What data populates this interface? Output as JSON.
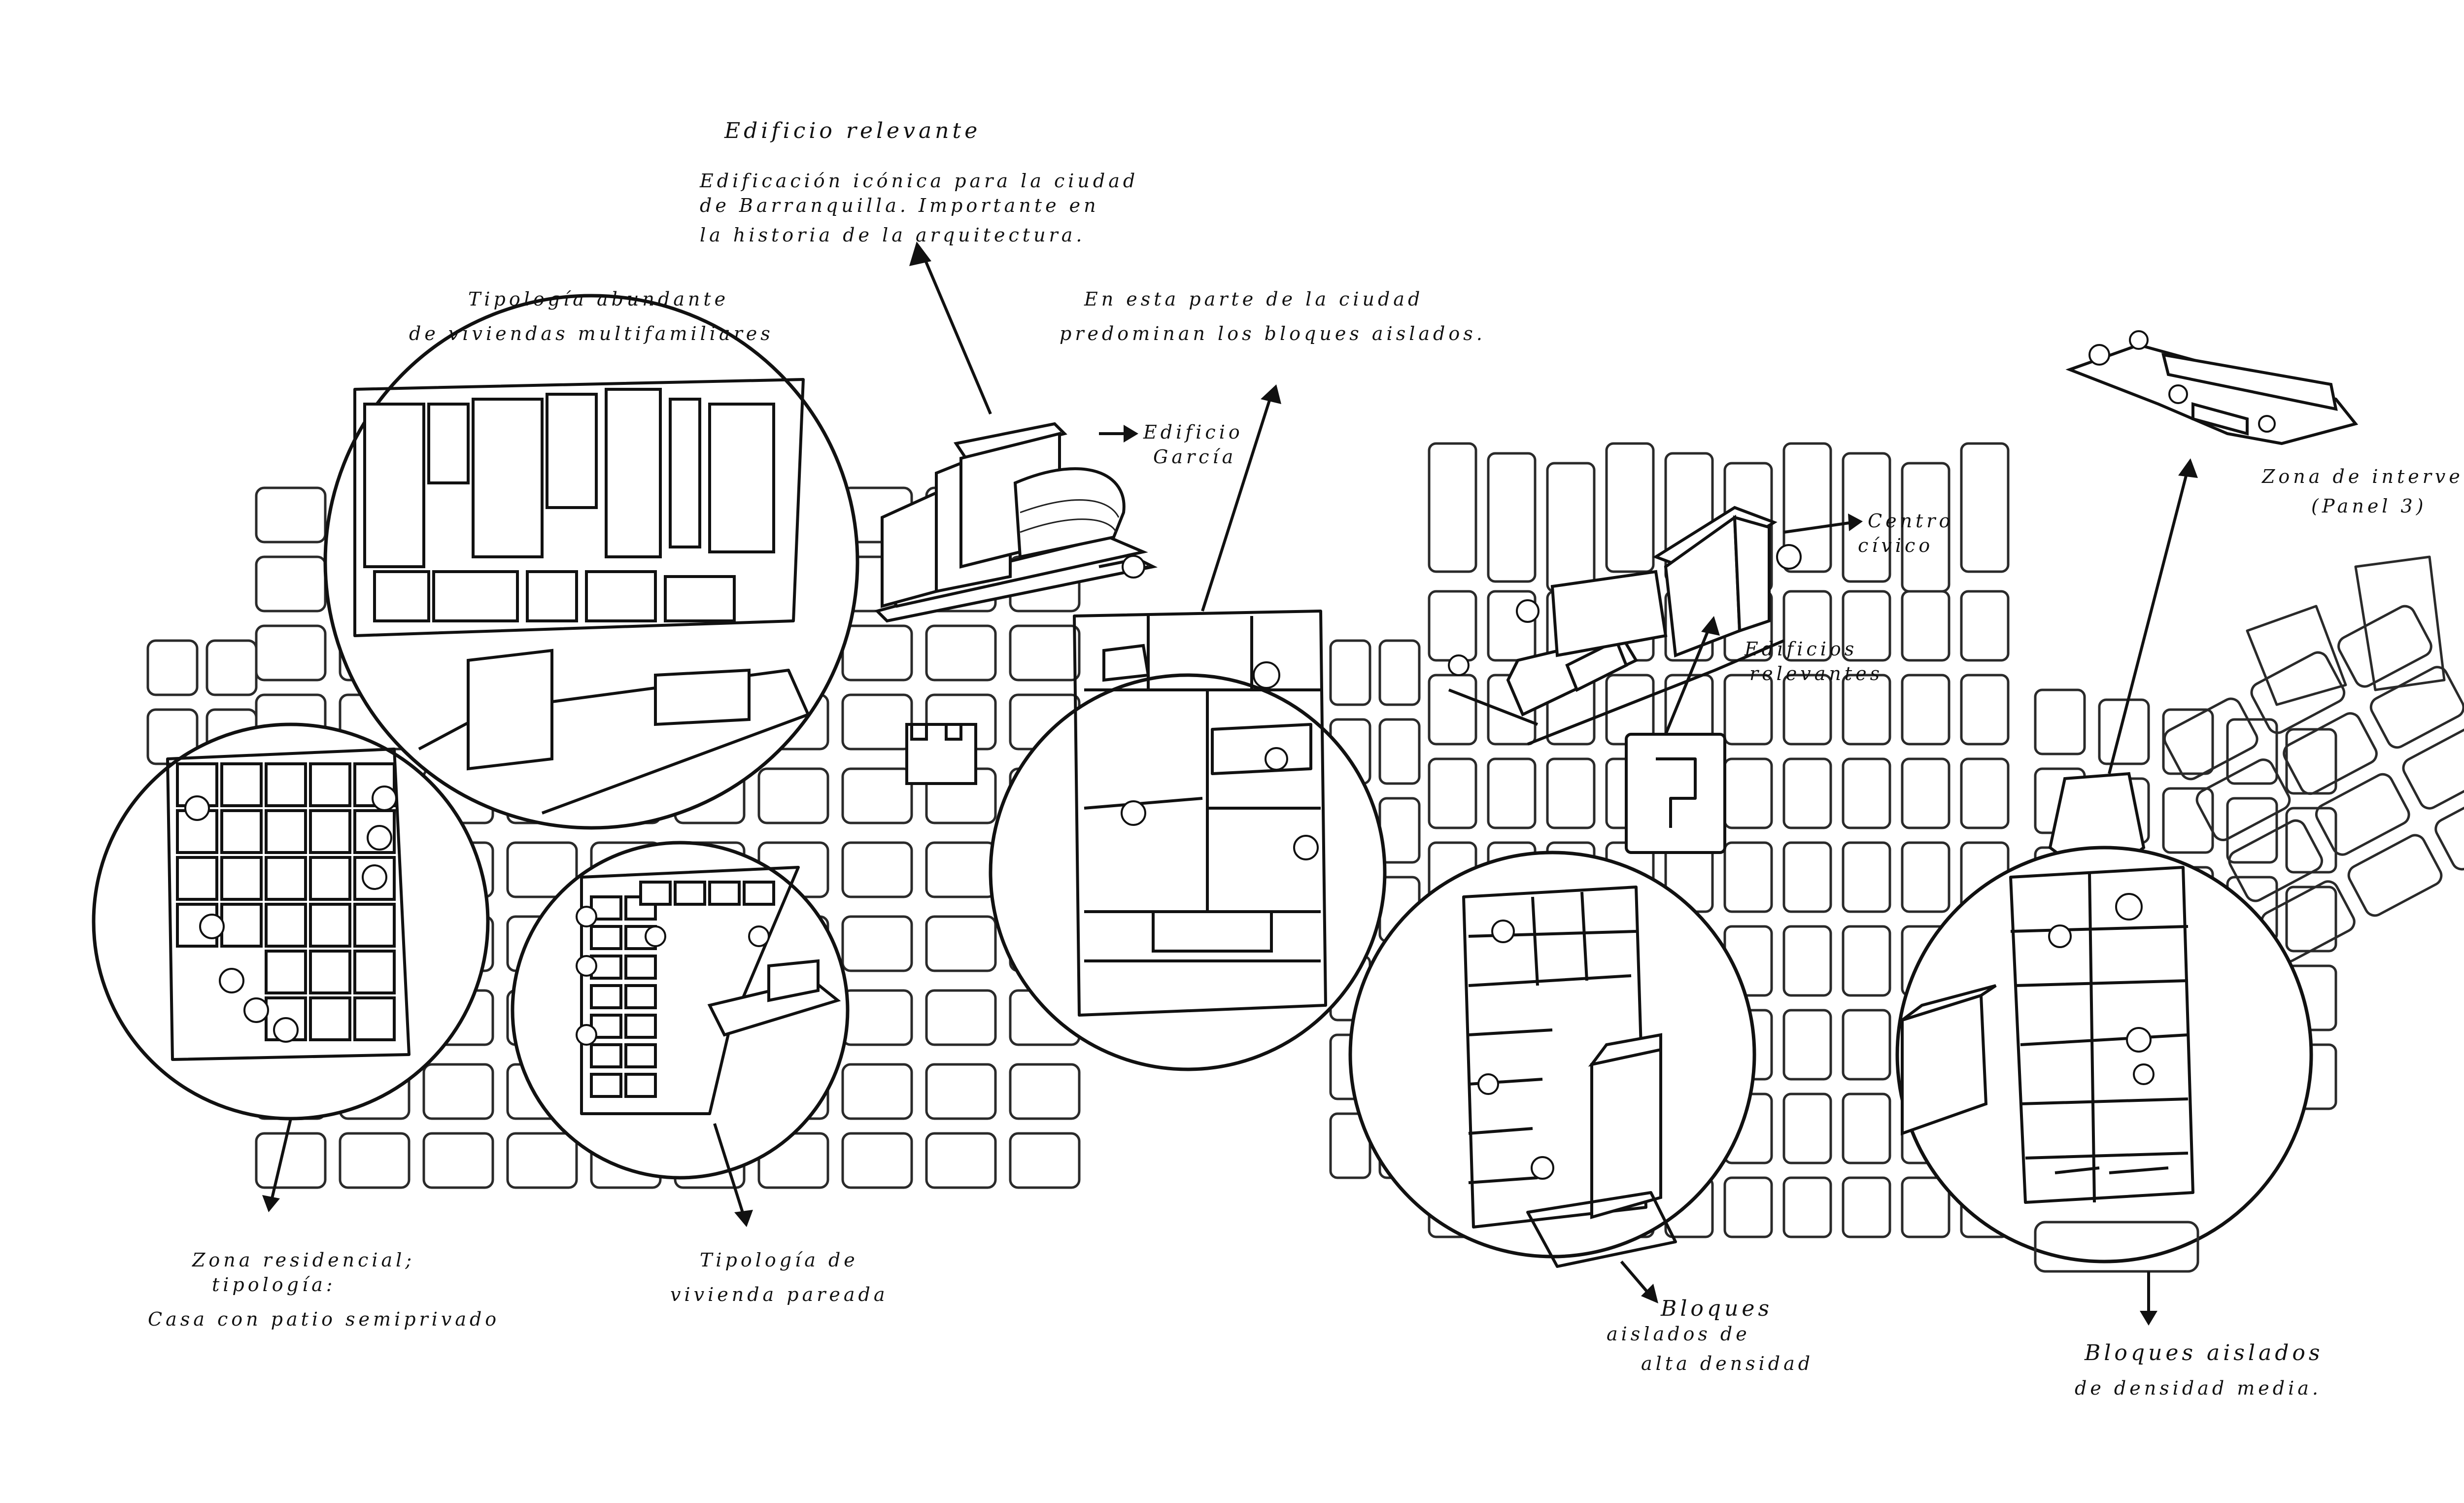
{
  "annotations": {
    "edificio_relevante": {
      "title": "Edificio relevante",
      "line1": "Edificación icónica para la ciudad",
      "line2": "de Barranquilla. Importante en",
      "line3": "la historia de la arquitectura."
    },
    "tipologia_multifamiliar": {
      "line1": "Tipología abundante",
      "line2": "de viviendas multifamiliares"
    },
    "bloques_aislados_parte": {
      "line1": "En esta parte de la ciudad",
      "line2": "predominan los bloques aislados."
    },
    "edificio_garcia": {
      "line1": "Edificio",
      "line2": "García"
    },
    "centro_civico": {
      "line1": "Centro",
      "line2": "cívico"
    },
    "edificios_relevantes": {
      "line1": "Edificios",
      "line2": "relevantes"
    },
    "zona_intervencion": {
      "line1": "Zona de intervención",
      "line2": "(Panel 3)"
    },
    "zona_residencial": {
      "line1": "Zona residencial;",
      "line2": "tipología:",
      "line3": "Casa con patio semiprivado"
    },
    "vivienda_pareada": {
      "line1": "Tipología de",
      "line2": "vivienda pareada"
    },
    "bloques_alta": {
      "line1": "Bloques",
      "line2": "aislados de",
      "line3": "alta densidad"
    },
    "bloques_media": {
      "line1": "Bloques aislados",
      "line2": "de densidad media."
    }
  },
  "colors": {
    "ink": "#111111",
    "paper": "#ffffff",
    "street": "#2a2a2a"
  }
}
